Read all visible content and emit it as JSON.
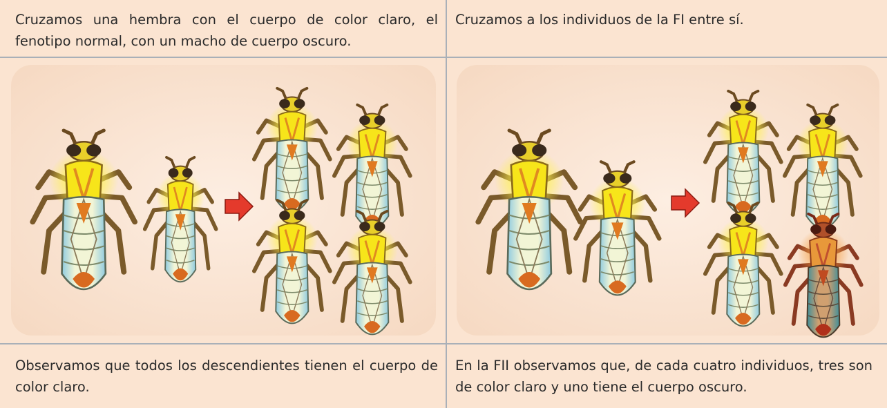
{
  "captions": {
    "top_left": "Cruzamos una hembra con el cuerpo de color claro, el fenotipo normal, con un macho de cuerpo oscuro.",
    "top_right": "Cruzamos a los individuos de la FI entre sí.",
    "bottom_left": "Observamos que todos los descendientes tienen el cuerpo de color claro.",
    "bottom_right": "En la FII observamos que, de cada cuatro individuos, tres son de color claro y uno tiene el cuerpo oscuro."
  },
  "colors": {
    "background": "#fbe4d1",
    "divider": "#a9b0b8",
    "arrow": "#e43a2c",
    "light_thorax": "#f7e51a",
    "dark_body": "#c0502f"
  },
  "panels": {
    "left": {
      "parents": [
        "light-female",
        "light-male"
      ],
      "offspring": [
        "light",
        "light",
        "light",
        "light"
      ]
    },
    "right": {
      "parents": [
        "light-female",
        "light-male"
      ],
      "offspring": [
        "light",
        "light",
        "light",
        "dark"
      ]
    }
  }
}
